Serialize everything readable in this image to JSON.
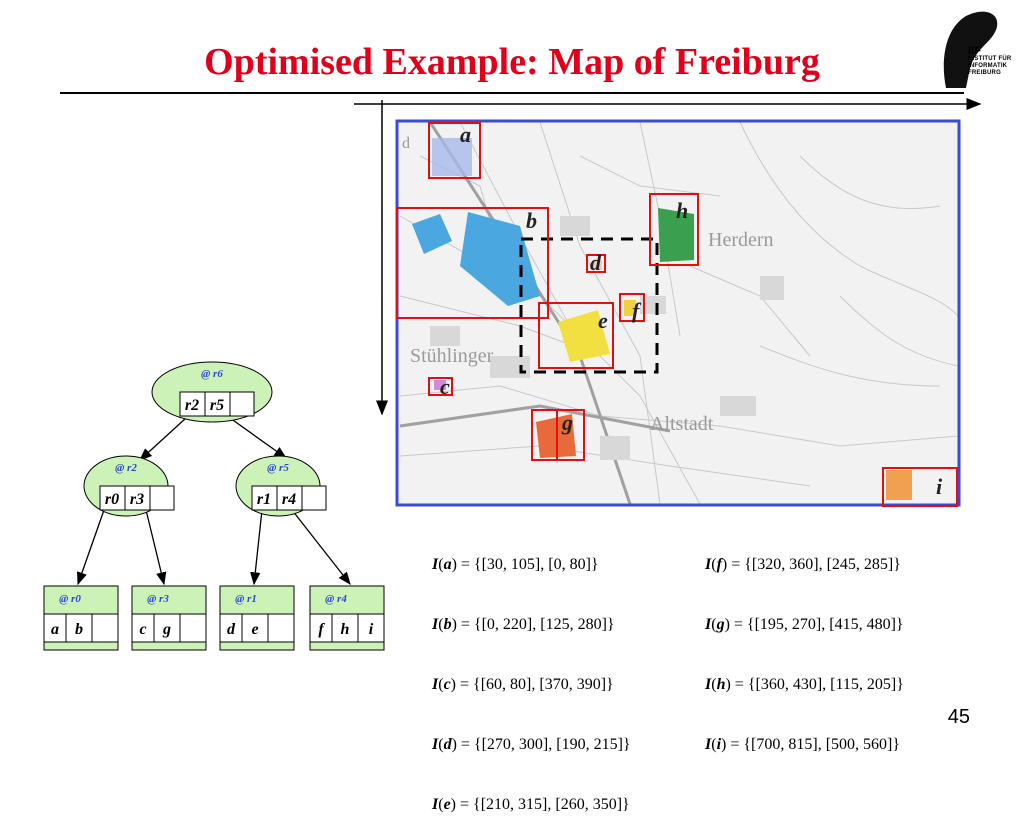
{
  "slide": {
    "title": "Optimised Example: Map of Freiburg",
    "page_number": "45"
  },
  "logo": {
    "name": "IIF logo",
    "lines": [
      "INSTITUT FÜR",
      "INFORMATIK",
      "FREIBURG"
    ],
    "acronym": "IIF"
  },
  "map": {
    "place_labels": [
      "Herdern",
      "Stühlinger",
      "Altstadt"
    ],
    "partial_label": "d",
    "regions": [
      {
        "id": "a",
        "label": "a",
        "fill": "#a8b8e8"
      },
      {
        "id": "b",
        "label": "b",
        "fill": "#4aa7df"
      },
      {
        "id": "c",
        "label": "c",
        "fill": "#d08ad8"
      },
      {
        "id": "d",
        "label": "d",
        "fill": "#f0c8c8"
      },
      {
        "id": "e",
        "label": "e",
        "fill": "#f2e040"
      },
      {
        "id": "f",
        "label": "f",
        "fill": "#f2d040"
      },
      {
        "id": "g",
        "label": "g",
        "fill": "#e86a3a"
      },
      {
        "id": "h",
        "label": "h",
        "fill": "#3aa050"
      },
      {
        "id": "i",
        "label": "i",
        "fill": "#f0a050"
      }
    ],
    "colors": {
      "border": "#3a4bd6",
      "region_box": "#e01010",
      "dashed_box": "#000000"
    }
  },
  "tree": {
    "root": {
      "label": "@ r6",
      "entries": [
        "r2",
        "r5",
        ""
      ]
    },
    "level1": [
      {
        "label": "@ r2",
        "entries": [
          "r0",
          "r3",
          ""
        ]
      },
      {
        "label": "@ r5",
        "entries": [
          "r1",
          "r4",
          ""
        ]
      }
    ],
    "leaves": [
      {
        "label": "@ r0",
        "entries": [
          "a",
          "b",
          ""
        ]
      },
      {
        "label": "@ r3",
        "entries": [
          "c",
          "g",
          ""
        ]
      },
      {
        "label": "@ r1",
        "entries": [
          "d",
          "e",
          ""
        ]
      },
      {
        "label": "@ r4",
        "entries": [
          "f",
          "h",
          "i"
        ]
      }
    ],
    "colors": {
      "node_fill": "#ccf2b8",
      "label_color": "#2a4ad0"
    }
  },
  "intervals": {
    "left": [
      {
        "name": "a",
        "value": " = {[30, 105], [0, 80]}"
      },
      {
        "name": "b",
        "value": " = {[0, 220], [125, 280]}"
      },
      {
        "name": "c",
        "value": " = {[60, 80], [370, 390]}"
      },
      {
        "name": "d",
        "value": " = {[270, 300], [190, 215]}"
      },
      {
        "name": "e",
        "value": " = {[210, 315], [260, 350]}"
      }
    ],
    "right": [
      {
        "name": "f",
        "value": " = {[320, 360], [245, 285]}"
      },
      {
        "name": "g",
        "value": " = {[195, 270], [415, 480]}"
      },
      {
        "name": "h",
        "value": " = {[360, 430], [115, 205]}"
      },
      {
        "name": "i",
        "value": " = {[700, 815], [500, 560]}"
      }
    ]
  }
}
